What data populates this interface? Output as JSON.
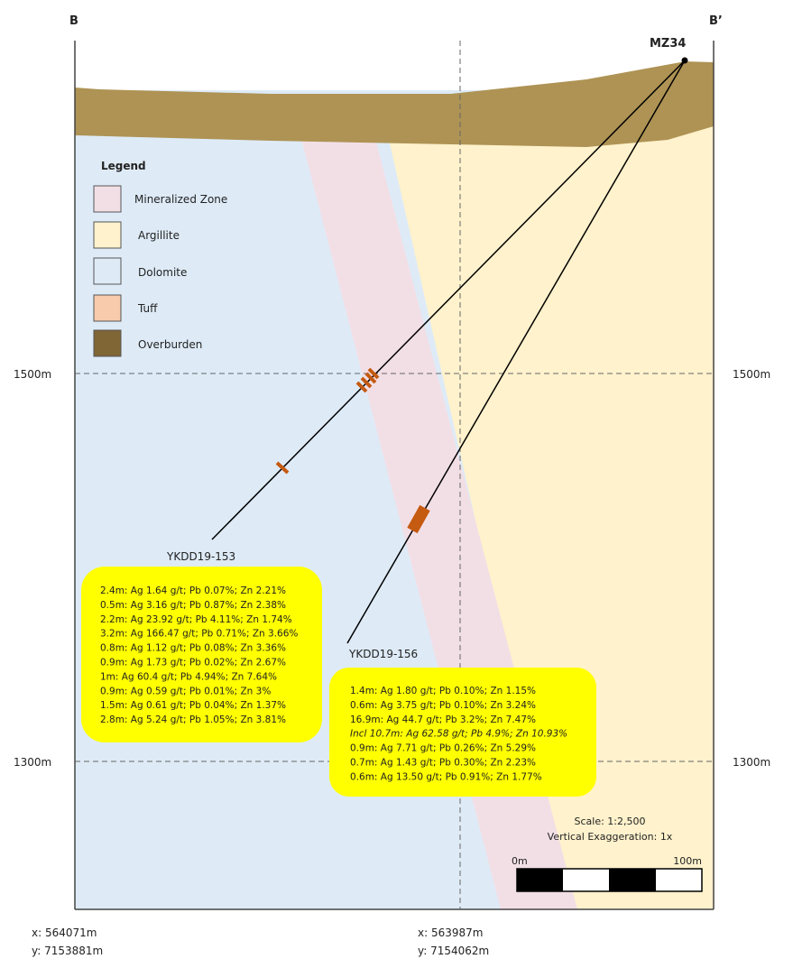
{
  "section": {
    "left_label": "B",
    "right_label": "B’",
    "collar_label": "MZ34"
  },
  "elevations": {
    "upper": "1500m",
    "lower": "1300m"
  },
  "legend": {
    "title": "Legend",
    "items": [
      {
        "label": "Mineralized Zone",
        "color": "#f2dfe6"
      },
      {
        "label": "Argillite",
        "color": "#fff2cc"
      },
      {
        "label": "Dolomite",
        "color": "#deebf7"
      },
      {
        "label": "Tuff",
        "color": "#f8cbad"
      },
      {
        "label": "Overburden",
        "color": "#806535"
      }
    ]
  },
  "colors": {
    "overburden": "#ae9354",
    "intercept": "#c55a11",
    "callout": "#ffff00"
  },
  "holes": [
    {
      "name": "YKDD19-153",
      "intercepts": [
        "2.4m: Ag 1.64 g/t; Pb 0.07%; Zn 2.21%",
        "0.5m: Ag 3.16 g/t; Pb 0.87%; Zn 2.38%",
        "2.2m: Ag 23.92 g/t; Pb 4.11%; Zn 1.74%",
        "3.2m: Ag 166.47 g/t; Pb 0.71%; Zn 3.66%",
        "0.8m: Ag 1.12 g/t; Pb 0.08%; Zn 3.36%",
        "0.9m: Ag 1.73 g/t; Pb 0.02%; Zn 2.67%",
        "1m: Ag 60.4 g/t; Pb 4.94%; Zn 7.64%",
        "0.9m: Ag 0.59 g/t; Pb 0.01%; Zn 3%",
        "1.5m: Ag 0.61 g/t; Pb 0.04%; Zn 1.37%",
        "2.8m: Ag 5.24 g/t; Pb 1.05%; Zn 3.81%"
      ]
    },
    {
      "name": "YKDD19-156",
      "intercepts": [
        "1.4m: Ag 1.80 g/t; Pb 0.10%; Zn 1.15%",
        "0.6m: Ag 3.75 g/t; Pb 0.10%; Zn 3.24%",
        "16.9m: Ag 44.7 g/t; Pb 3.2%; Zn 7.47%",
        "Incl 10.7m: Ag 62.58 g/t; Pb 4.9%; Zn 10.93%",
        "0.9m: Ag 7.71 g/t; Pb 0.26%; Zn 5.29%",
        "0.7m: Ag 1.43 g/t; Pb 0.30%; Zn 2.23%",
        "0.6m: Ag 13.50 g/t; Pb 0.91%; Zn 1.77%"
      ]
    }
  ],
  "scale": {
    "ratio": "Scale: 1:2,500",
    "exaggeration": "Vertical Exaggeration: 1x",
    "start": "0m",
    "end": "100m"
  },
  "coordinates": {
    "left": {
      "x": "x: 564071m",
      "y": "y: 7153881m"
    },
    "mid": {
      "x": "x: 563987m",
      "y": "y: 7154062m"
    }
  }
}
